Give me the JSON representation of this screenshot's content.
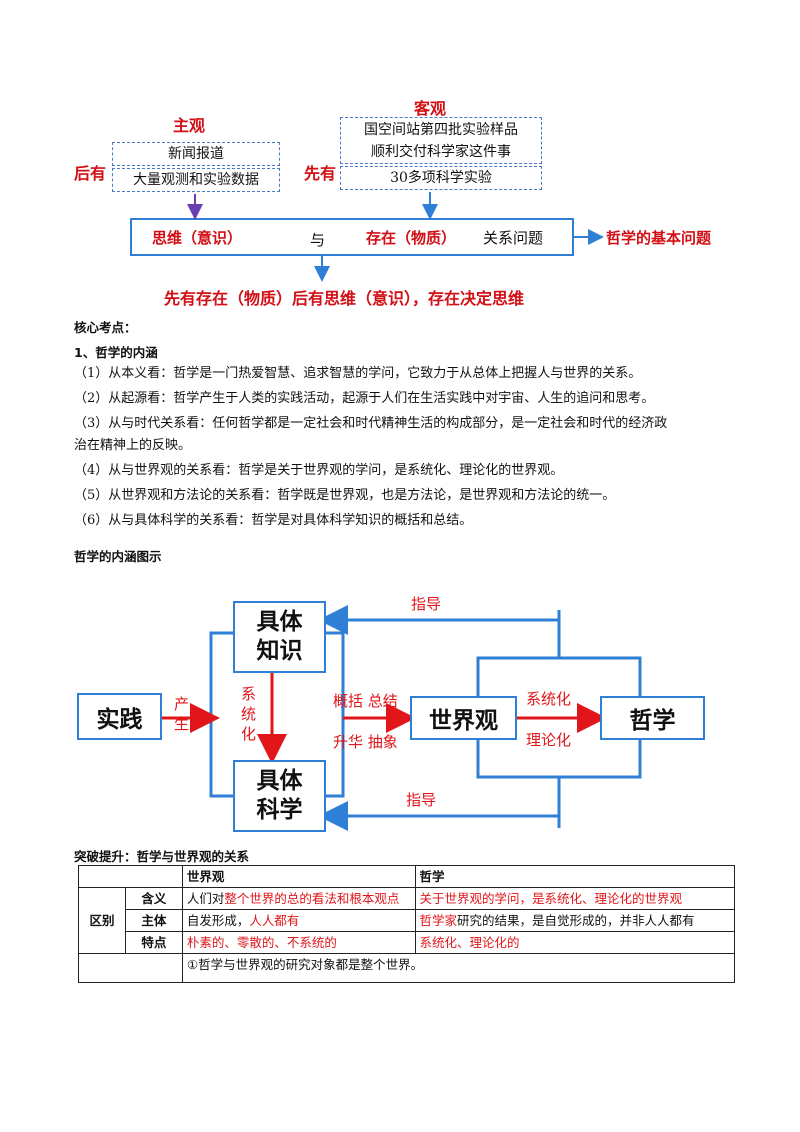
{
  "top_diagram": {
    "subjective_title": "主观",
    "objective_title": "客观",
    "later_label": "后有",
    "first_label": "先有",
    "subjective_items": [
      "新闻报道",
      "大量观测和实验数据"
    ],
    "objective_items": [
      "国空间站第四批实验样品",
      "顺利交付科学家这件事"
    ],
    "objective_item2": "30多项科学实验",
    "box_thinking": "思维（意识）",
    "box_and": "与",
    "box_existence": "存在（物质）",
    "box_relation": "关系问题",
    "basic_question": "哲学的基本问题",
    "conclusion": "先有存在（物质）后有思维（意识），存在决定思维"
  },
  "core_points_heading": "核心考点：",
  "section1_heading": "1、哲学的内涵",
  "points": [
    "（1）从本义看：哲学是一门热爱智慧、追求智慧的学问，它致力于从总体上把握人与世界的关系。",
    "（2）从起源看：哲学产生于人类的实践活动，起源于人们在生活实践中对宇宙、人生的追问和思考。",
    "（3）从与时代关系看：任何哲学都是一定社会和时代精神生活的构成部分，是一定社会和时代的经济政",
    "治在精神上的反映。",
    "（4）从与世界观的关系看：哲学是关于世界观的学问，是系统化、理论化的世界观。",
    "（5）从世界观和方法论的关系看：哲学既是世界观，也是方法论，是世界观和方法论的统一。",
    "（6）从与具体科学的关系看：哲学是对具体科学知识的概括和总结。"
  ],
  "diagram2_heading": "哲学的内涵图示",
  "diagram2": {
    "practice": "实践",
    "produce": [
      "产",
      "生"
    ],
    "concrete_knowledge": [
      "具体",
      "知识"
    ],
    "systematize": [
      "系",
      "统",
      "化"
    ],
    "concrete_science": [
      "具体",
      "科学"
    ],
    "summarize_top": "概括 总结",
    "summarize_bottom": "升华 抽象",
    "worldview": "世界观",
    "systematic": "系统化",
    "theoretical": "理论化",
    "philosophy": "哲学",
    "guide_top": "指导",
    "guide_bottom": "指导"
  },
  "breakthrough_heading": "突破提升：哲学与世界观的关系",
  "table": {
    "col_worldview": "世界观",
    "col_philosophy": "哲学",
    "diff_label": "区别",
    "row_meaning": "含义",
    "row_subject": "主体",
    "row_feature": "特点",
    "meaning_wv_black": "人们对",
    "meaning_wv_red": "整个世界的总的看法和根本观点",
    "meaning_ph": "关于世界观的学问，是系统化、理论化的世界观",
    "subject_wv_black": "自发形成，",
    "subject_wv_red": "人人都有",
    "subject_ph_red": "哲学家",
    "subject_ph_black": "研究的结果，是自觉形成的，并非人人都有",
    "feature_wv": "朴素的、零散的、不系统的",
    "feature_ph": "系统化、理论化的",
    "link_row": "①哲学与世界观的研究对象都是整个世界。"
  },
  "colors": {
    "accent_red": "#e0161b",
    "accent_blue": "#2f7fd6",
    "arrow_purple": "#6a3fb0"
  }
}
